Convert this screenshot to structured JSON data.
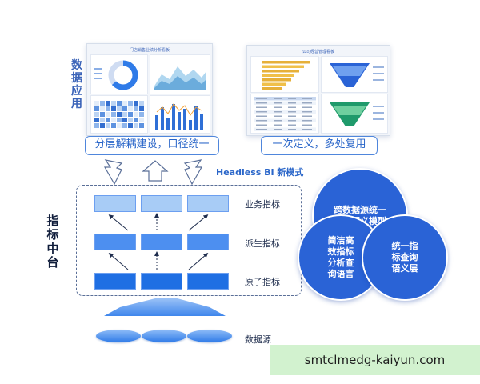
{
  "side_labels": {
    "application": [
      "数",
      "据",
      "应",
      "用"
    ],
    "metrics_hub": [
      "指",
      "标",
      "中",
      "台"
    ]
  },
  "dashboards": [
    {
      "title": "门店销售业绩分析看板",
      "caption": "分层解耦建设，口径统一"
    },
    {
      "title": "公司经营管理看板",
      "caption": "一次定义，多处复用"
    }
  ],
  "mode_label": "Headless BI 新模式",
  "levels": [
    {
      "label": "业务指标"
    },
    {
      "label": "派生指标"
    },
    {
      "label": "原子指标"
    }
  ],
  "source_label": "数据源",
  "circles": [
    {
      "text": "跨数据源统一\n逻辑语义模型"
    },
    {
      "text": "简洁高\n效指标\n分析查\n询语言"
    },
    {
      "text": "统一指\n标查询\n语义层"
    }
  ],
  "colors": {
    "accent": "#2a66c9",
    "metric_top": "#a8ccf6",
    "metric_mid": "#4d8ff0",
    "metric_bottom": "#1f6fe3",
    "circle": "#2a63d6"
  },
  "watermark": "smtclmedg-kaiyun.com"
}
